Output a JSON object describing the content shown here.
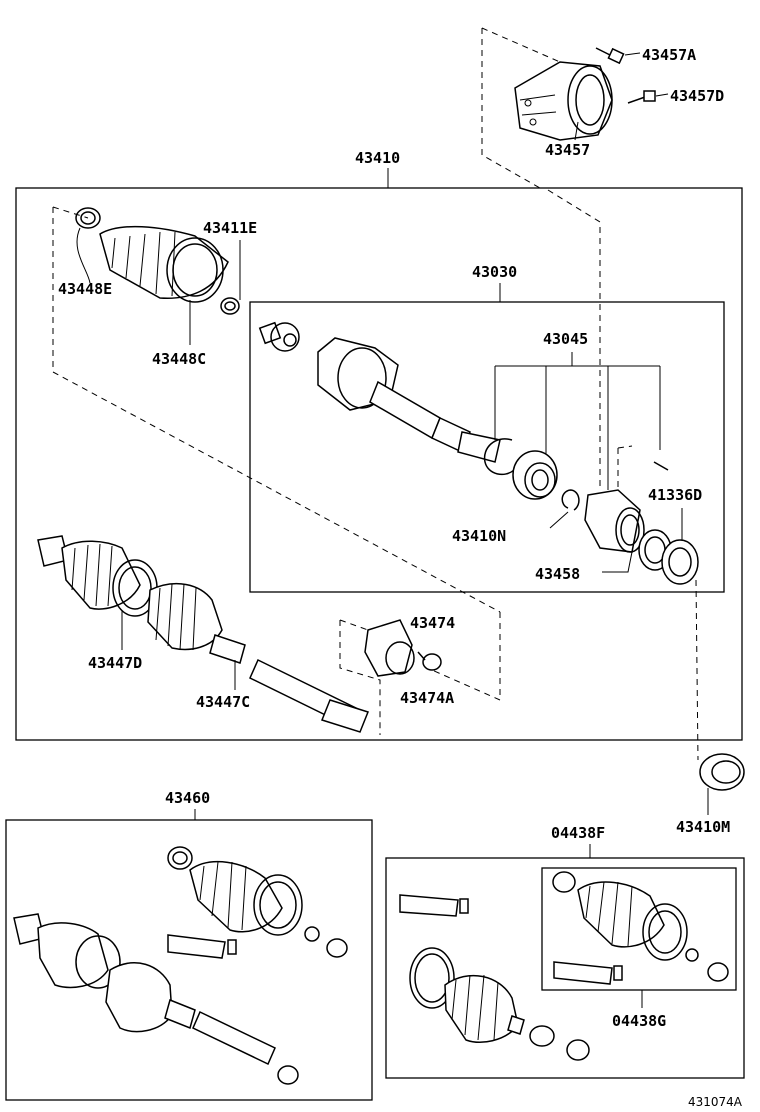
{
  "parts": {
    "p43457A": "43457A",
    "p43457D": "43457D",
    "p43457": "43457",
    "p43410": "43410",
    "p43411E": "43411E",
    "p43448E": "43448E",
    "p43448C": "43448C",
    "p43030": "43030",
    "p43045": "43045",
    "p41336D": "41336D",
    "p43410N": "43410N",
    "p43458": "43458",
    "p43447D": "43447D",
    "p43447C": "43447C",
    "p43474": "43474",
    "p43474A": "43474A",
    "p43410M": "43410M",
    "p43460": "43460",
    "p04438F": "04438F",
    "p04438G": "04438G"
  },
  "figure_id": "431074A"
}
